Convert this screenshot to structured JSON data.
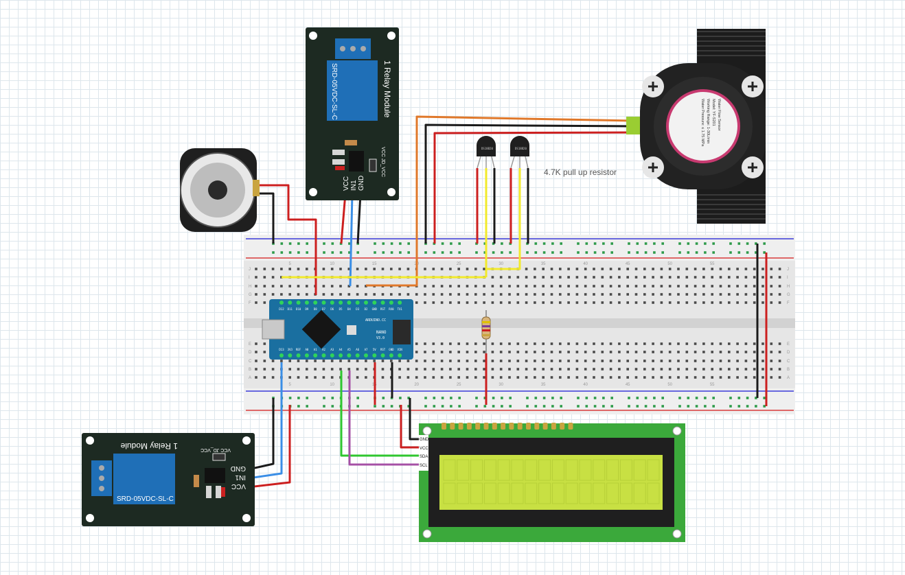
{
  "relay_top": {
    "title": "1 Relay Module",
    "part": "SRD-05VDC-SL-C",
    "pin_vcc": "VCC",
    "pin_in1": "IN1",
    "pin_gnd": "GND",
    "jumper": "VCC JD_VCC"
  },
  "relay_bottom": {
    "title": "1 Relay Module",
    "part": "SRD-05VDC-SL-C",
    "pin_gnd": "GND",
    "pin_in1": "IN1",
    "pin_vcc": "VCC",
    "jumper": "VCC JD_VCC"
  },
  "flow_sensor": {
    "line1": "Water Flow Sensor",
    "line2": "Model: YF-S201",
    "line3": "Working Range: 1-30L/min",
    "line4": "Water Pressure: ≤ 1.75 MPa"
  },
  "sensors": {
    "left_label": "DS18B20",
    "right_label": "DS18B20"
  },
  "resistor_note": "4.7K pull up resistor",
  "arduino": {
    "brand": "ARDUINO.CC",
    "model": "NANO",
    "version": "V3.0",
    "top_pins": [
      "D12",
      "D11",
      "D10",
      "D9",
      "D8",
      "D7",
      "D6",
      "D5",
      "D4",
      "D3",
      "D2",
      "GND",
      "RST",
      "RX0",
      "TX1"
    ],
    "bottom_pins": [
      "D13",
      "3V3",
      "REF",
      "A0",
      "A1",
      "A2",
      "A3",
      "A4",
      "A5",
      "A6",
      "A7",
      "5V",
      "RST",
      "GND",
      "VIN"
    ]
  },
  "lcd": {
    "pin_gnd": "GND",
    "pin_vcc": "VCC",
    "pin_sda": "SDA",
    "pin_scl": "SCL"
  },
  "breadboard": {
    "col_numbers": [
      "5",
      "10",
      "15",
      "20",
      "25",
      "30",
      "35",
      "40",
      "45",
      "50",
      "55"
    ],
    "rows_top": [
      "J",
      "I",
      "H",
      "G",
      "F"
    ],
    "rows_bottom": [
      "E",
      "D",
      "C",
      "B",
      "A"
    ]
  },
  "colors": {
    "wire_red": "#cc1f1f",
    "wire_black": "#1a1a1a",
    "wire_blue": "#3a8ee6",
    "wire_yellow": "#f2ea2b",
    "wire_orange": "#e0782a",
    "wire_green": "#2fc62f",
    "wire_purple": "#a550a5",
    "relay_blue": "#1f6fb7",
    "pcb_dark": "#1d2a22",
    "nano_blue": "#1a6fa0",
    "lcd_green": "#c8e043"
  }
}
